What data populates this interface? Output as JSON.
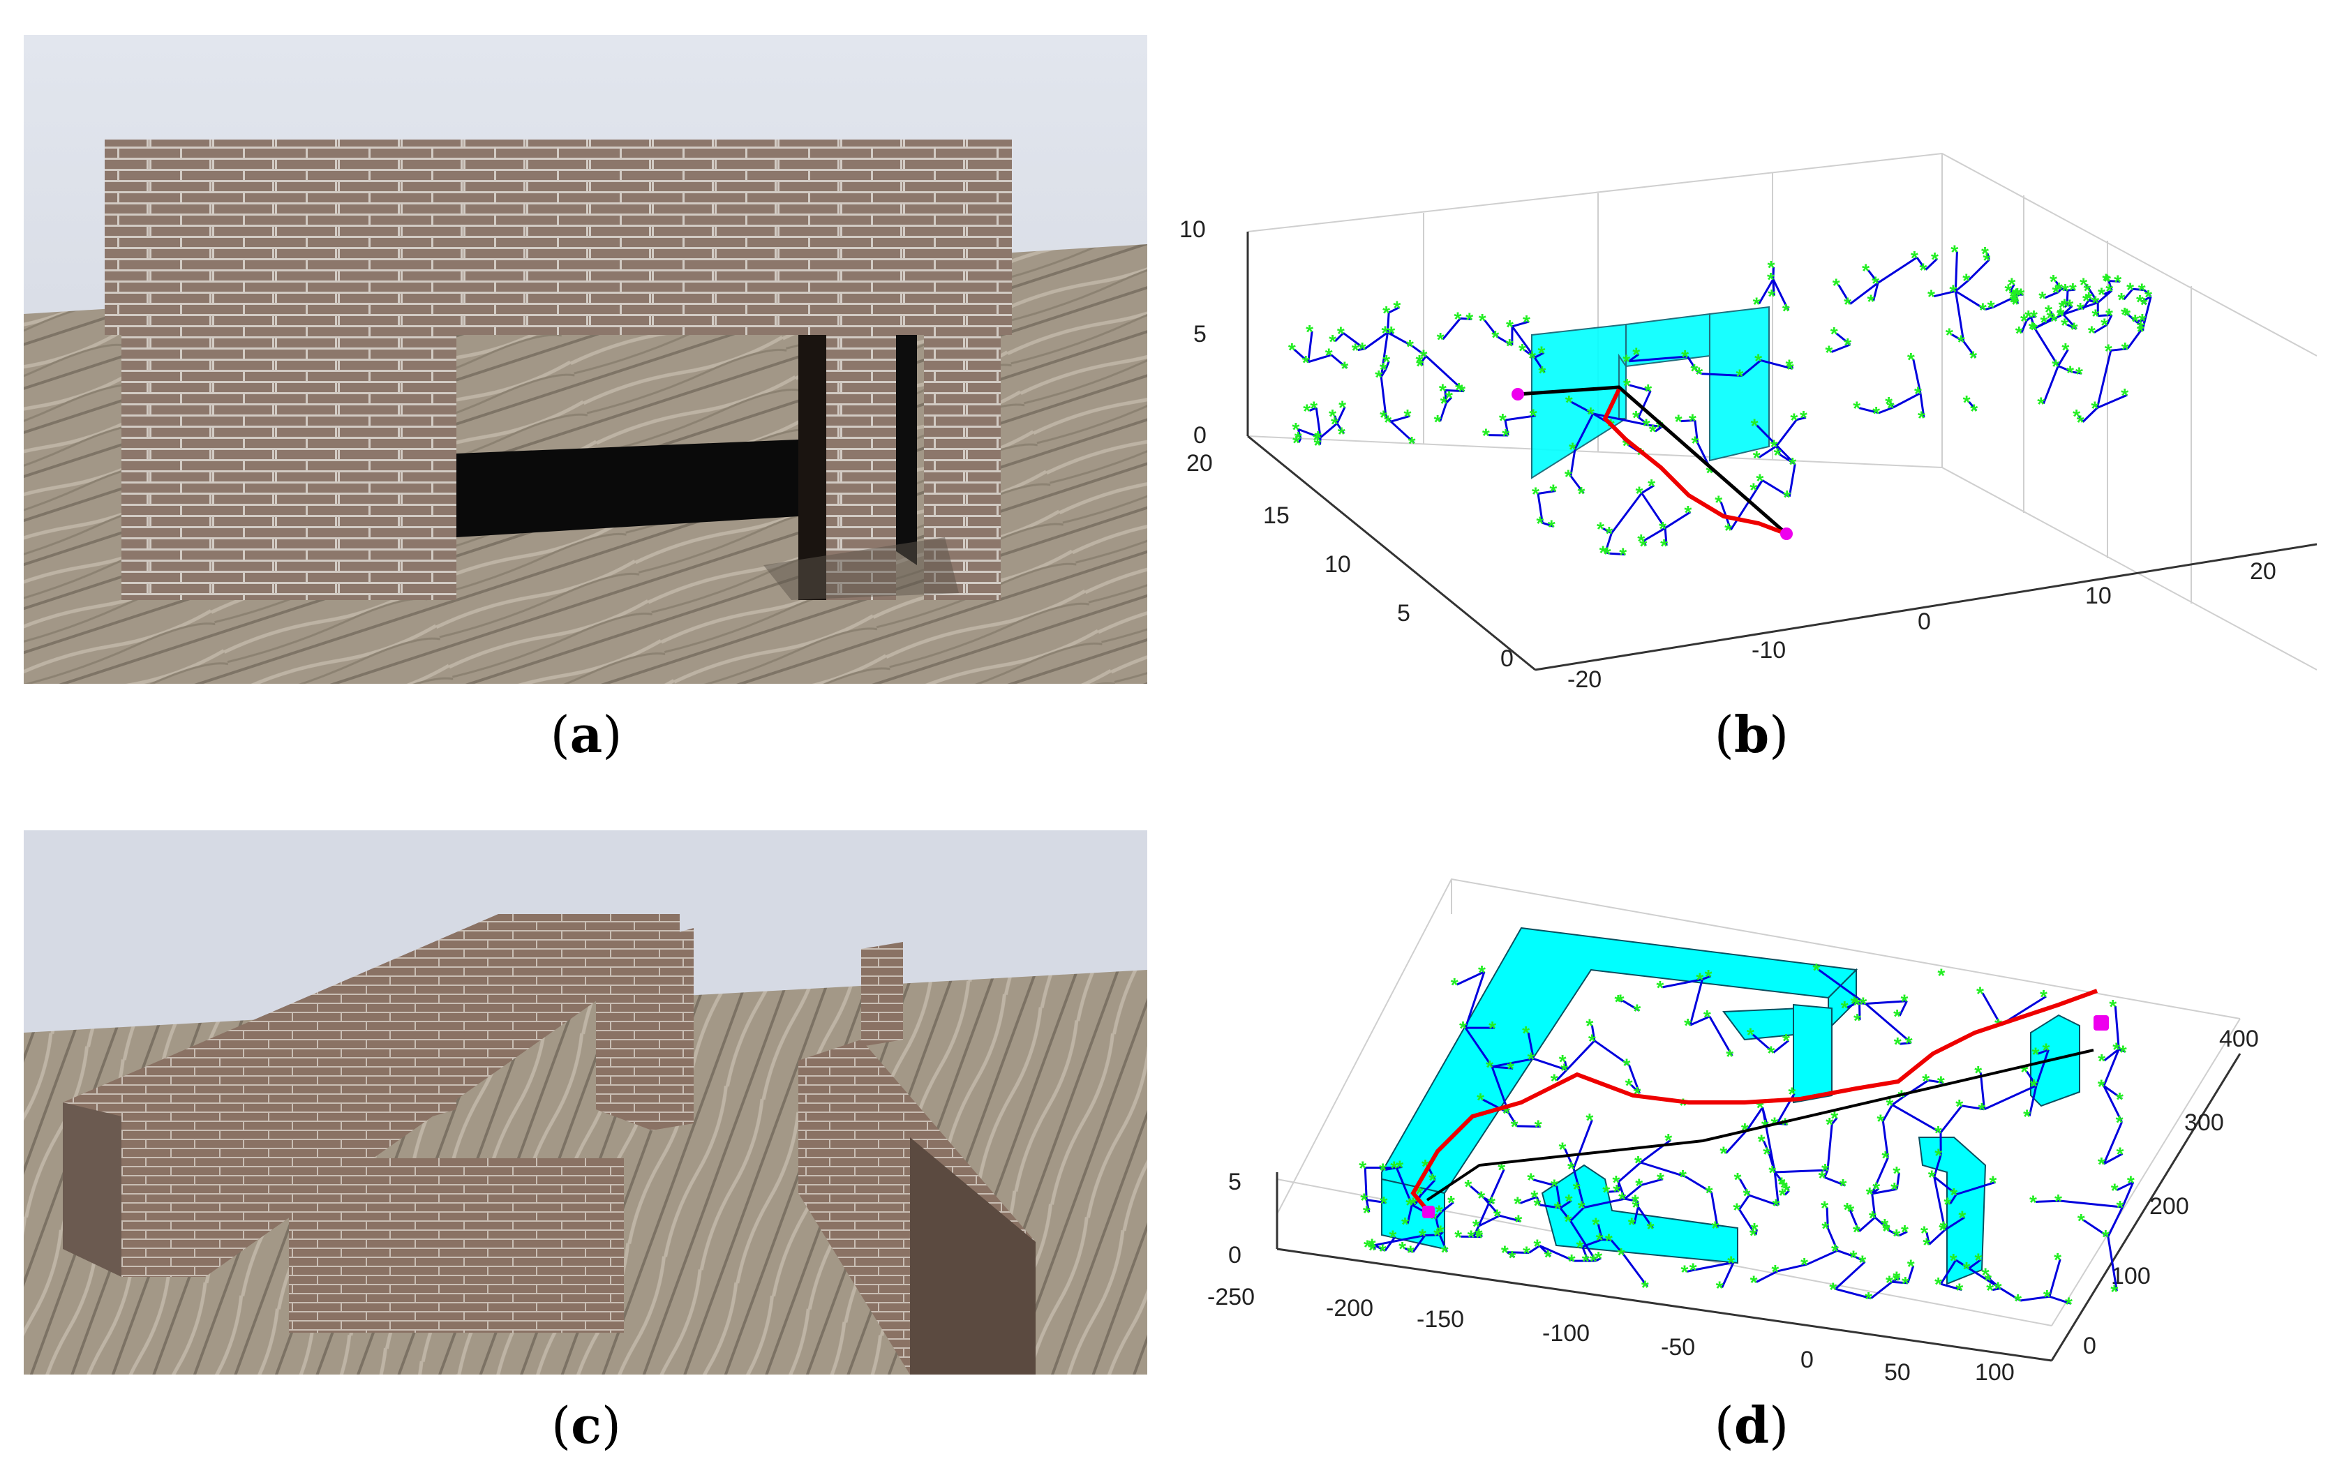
{
  "figure": {
    "panels": [
      {
        "id": "a",
        "caption": "a",
        "kind": "rendered-3d-scene"
      },
      {
        "id": "b",
        "caption": "b",
        "kind": "rrt-3d-plot",
        "axes": {
          "z_ticks": [
            "10",
            "5",
            "0"
          ],
          "y_ticks": [
            "20",
            "15",
            "10",
            "5",
            "0"
          ],
          "x_ticks": [
            "-20",
            "-10",
            "0",
            "10",
            "20"
          ]
        }
      },
      {
        "id": "c",
        "caption": "c",
        "kind": "rendered-3d-scene"
      },
      {
        "id": "d",
        "caption": "d",
        "kind": "rrt-3d-plot",
        "axes": {
          "z_ticks": [
            "5",
            "0"
          ],
          "x_ticks": [
            "-250",
            "-200",
            "-150",
            "-100",
            "-50",
            "0",
            "50",
            "100"
          ],
          "y_ticks": [
            "0",
            "100",
            "200",
            "300",
            "400"
          ]
        }
      }
    ]
  },
  "colors": {
    "obstacle": "#00ffff",
    "tree_edge": "#0000dd",
    "tree_node": "#22ee22",
    "path": "#ee0000",
    "shortcut": "#000000",
    "endpoint": "#ee00ee",
    "brick": "#8a7468",
    "floor": "#a09585",
    "sky": "#d8dce8"
  }
}
